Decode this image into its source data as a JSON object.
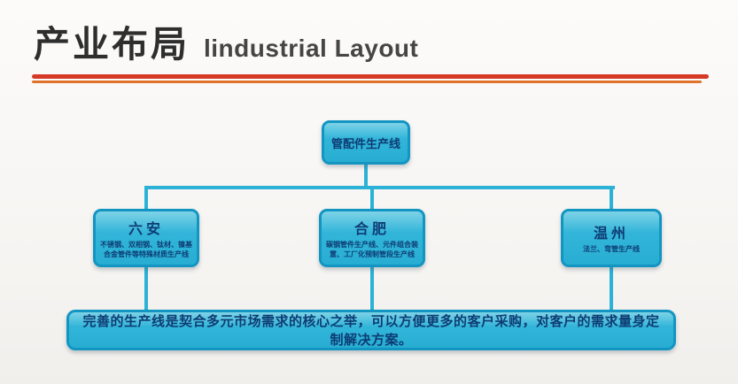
{
  "header": {
    "title_cn": "产业布局",
    "title_en": "lindustrial Layout"
  },
  "diagram": {
    "root": {
      "label": "管配件生产线"
    },
    "nodes": [
      {
        "title": "六安",
        "desc": "不锈钢、双相钢、钛材、镍基合金管件等特殊材质生产线"
      },
      {
        "title": "合肥",
        "desc": "碳钢管件生产线、元件组合装置、工厂化预制管段生产线"
      },
      {
        "title": "温州",
        "desc": "法兰、弯管生产线"
      }
    ],
    "summary": "完善的生产线是契合多元市场需求的核心之举，可以方便更多的客户采购，对客户的需求量身定制解决方案。"
  },
  "colors": {
    "box_fill": "#2fb4d8",
    "box_border": "#1395c2",
    "box_text": "#0d3c74",
    "connector": "#2bb2d6",
    "divider_red": "#d63a26",
    "divider_orange": "#e0722c",
    "title_text": "#2e2e2e",
    "background": "#f6f4f1"
  }
}
